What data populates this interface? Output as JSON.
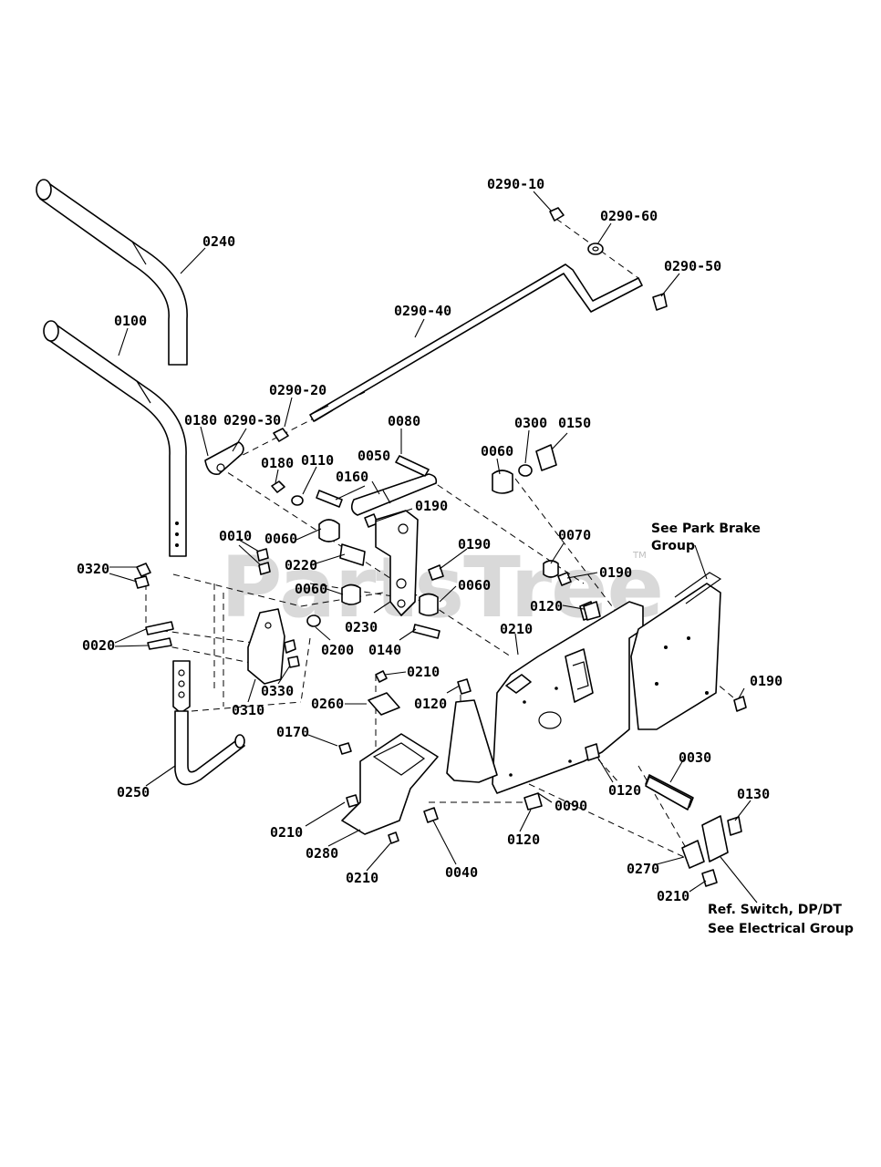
{
  "watermark": {
    "text": "PartsTree",
    "trademark": "TM"
  },
  "notes": {
    "park_brake": [
      "See Park Brake",
      "Group"
    ],
    "switch_ref": [
      "Ref. Switch, DP/DT",
      "See Electrical Group"
    ]
  },
  "labels": {
    "p0290_10": "0290-10",
    "p0290_60": "0290-60",
    "p0290_50": "0290-50",
    "p0240": "0240",
    "p0100": "0100",
    "p0290_40": "0290-40",
    "p0290_20": "0290-20",
    "p0180a": "0180",
    "p0290_30": "0290-30",
    "p0080": "0080",
    "p0300": "0300",
    "p0150": "0150",
    "p0060a": "0060",
    "p0180b": "0180",
    "p0110": "0110",
    "p0050": "0050",
    "p0160": "0160",
    "p0190a": "0190",
    "p0010": "0010",
    "p0060b": "0060",
    "p0070": "0070",
    "p0220": "0220",
    "p0190b": "0190",
    "p0190c": "0190",
    "p0320": "0320",
    "p0060c": "0060",
    "p0060d": "0060",
    "p0120a": "0120",
    "p0230": "0230",
    "p0020": "0020",
    "p0200": "0200",
    "p0140": "0140",
    "p0210a": "0210",
    "p0330": "0330",
    "p0210b": "0210",
    "p0190d": "0190",
    "p0310": "0310",
    "p0260": "0260",
    "p0120b": "0120",
    "p0170": "0170",
    "p0030": "0030",
    "p0120c": "0120",
    "p0250": "0250",
    "p0130": "0130",
    "p0090": "0090",
    "p0210c": "0210",
    "p0120d": "0120",
    "p0280": "0280",
    "p0040": "0040",
    "p0210d": "0210",
    "p0270": "0270",
    "p0210e": "0210"
  }
}
